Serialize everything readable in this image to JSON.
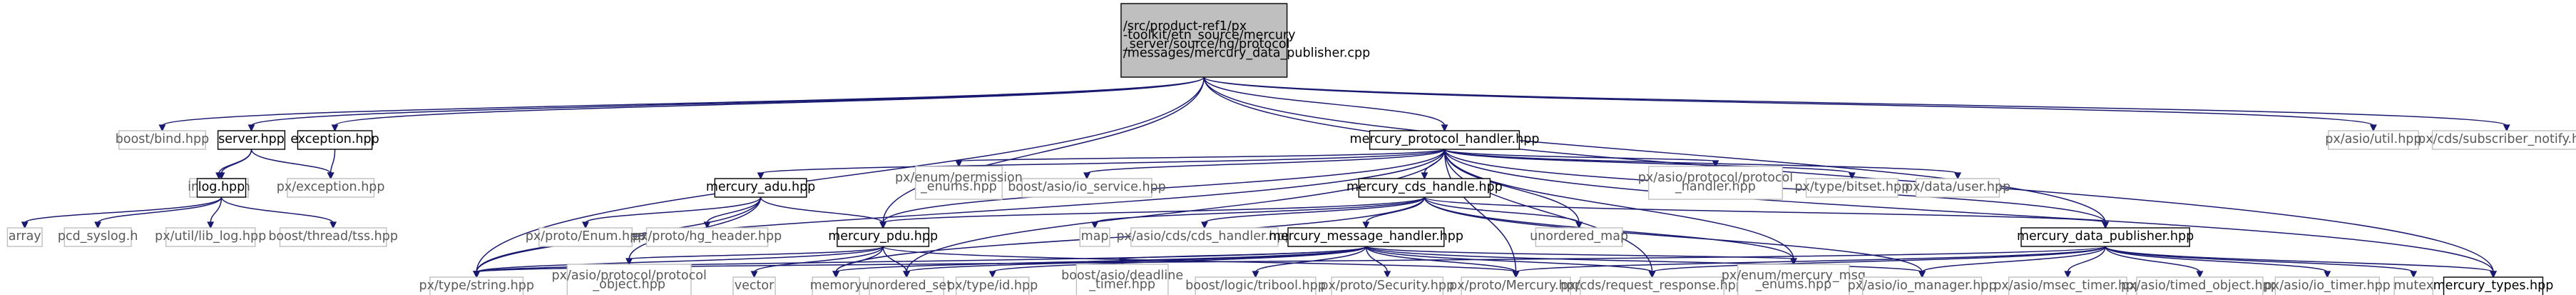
{
  "colors": {
    "root_fill": "#bfbfbf",
    "node_border": "#000000",
    "ext_border": "#bfbfbf",
    "node_fill": "#ffffff",
    "edge": "#191970",
    "text_dark": "#000000",
    "text_ext": "#595959"
  },
  "nodes": [
    {
      "id": "root",
      "kind": "root",
      "lines": [
        "/src/product-ref1/px",
        "-toolkit/etn_source/mercury",
        "_server/source/hg/protocol",
        "/messages/mercury_data_publisher.cpp"
      ]
    },
    {
      "id": "boost_bind",
      "kind": "ext",
      "lines": [
        "boost/bind.hpp"
      ]
    },
    {
      "id": "server",
      "kind": "doc",
      "lines": [
        "server.hpp"
      ]
    },
    {
      "id": "exception",
      "kind": "doc",
      "lines": [
        "exception.hpp"
      ]
    },
    {
      "id": "mph",
      "kind": "doc",
      "lines": [
        "mercury_protocol_handler.hpp"
      ]
    },
    {
      "id": "asio_util",
      "kind": "ext",
      "lines": [
        "px/asio/util.hpp"
      ]
    },
    {
      "id": "cds_sub",
      "kind": "ext",
      "lines": [
        "px/cds/subscriber_notify.hpp"
      ]
    },
    {
      "id": "inttypes",
      "kind": "ext",
      "lines": [
        "inttypes.h"
      ]
    },
    {
      "id": "log",
      "kind": "doc",
      "lines": [
        "log.hpp"
      ]
    },
    {
      "id": "px_exception",
      "kind": "ext",
      "lines": [
        "px/exception.hpp"
      ]
    },
    {
      "id": "array",
      "kind": "ext",
      "lines": [
        "array"
      ]
    },
    {
      "id": "pcd_syslog",
      "kind": "ext",
      "lines": [
        "pcd_syslog.h"
      ]
    },
    {
      "id": "lib_log",
      "kind": "ext",
      "lines": [
        "px/util/lib_log.hpp"
      ]
    },
    {
      "id": "tss",
      "kind": "ext",
      "lines": [
        "boost/thread/tss.hpp"
      ]
    },
    {
      "id": "adu",
      "kind": "doc",
      "lines": [
        "mercury_adu.hpp"
      ]
    },
    {
      "id": "perm",
      "kind": "ext",
      "lines": [
        "px/enum/permission",
        "_enums.hpp"
      ]
    },
    {
      "id": "io_service",
      "kind": "ext",
      "lines": [
        "boost/asio/io_service.hpp"
      ]
    },
    {
      "id": "cds_handle",
      "kind": "doc",
      "lines": [
        "mercury_cds_handle.hpp"
      ]
    },
    {
      "id": "proto_handler",
      "kind": "ext",
      "lines": [
        "px/asio/protocol/protocol",
        "_handler.hpp"
      ]
    },
    {
      "id": "bitset",
      "kind": "ext",
      "lines": [
        "px/type/bitset.hpp"
      ]
    },
    {
      "id": "user",
      "kind": "ext",
      "lines": [
        "px/data/user.hpp"
      ]
    },
    {
      "id": "enum_hpp",
      "kind": "ext",
      "lines": [
        "px/proto/Enum.hpp"
      ]
    },
    {
      "id": "hg_header",
      "kind": "ext",
      "lines": [
        "px/proto/hg_header.hpp"
      ]
    },
    {
      "id": "pdu",
      "kind": "doc",
      "lines": [
        "mercury_pdu.hpp"
      ]
    },
    {
      "id": "map",
      "kind": "ext",
      "lines": [
        "map"
      ]
    },
    {
      "id": "cds_handler",
      "kind": "ext",
      "lines": [
        "px/asio/cds/cds_handler.hpp"
      ]
    },
    {
      "id": "unordered_map",
      "kind": "ext",
      "lines": [
        "unordered_map"
      ]
    },
    {
      "id": "msg_handler",
      "kind": "doc",
      "lines": [
        "mercury_message_handler.hpp"
      ]
    },
    {
      "id": "data_pub",
      "kind": "doc",
      "lines": [
        "mercury_data_publisher.hpp"
      ]
    },
    {
      "id": "string",
      "kind": "ext",
      "lines": [
        "px/type/string.hpp"
      ]
    },
    {
      "id": "proto_obj",
      "kind": "ext",
      "lines": [
        "px/asio/protocol/protocol",
        "_object.hpp"
      ]
    },
    {
      "id": "vector",
      "kind": "ext",
      "lines": [
        "vector"
      ]
    },
    {
      "id": "memory",
      "kind": "ext",
      "lines": [
        "memory"
      ]
    },
    {
      "id": "unordered_set",
      "kind": "ext",
      "lines": [
        "unordered_set"
      ]
    },
    {
      "id": "id_hpp",
      "kind": "ext",
      "lines": [
        "px/type/id.hpp"
      ]
    },
    {
      "id": "deadline",
      "kind": "ext",
      "lines": [
        "boost/asio/deadline",
        "_timer.hpp"
      ]
    },
    {
      "id": "tribool",
      "kind": "ext",
      "lines": [
        "boost/logic/tribool.hpp"
      ]
    },
    {
      "id": "security",
      "kind": "ext",
      "lines": [
        "px/proto/Security.hpp"
      ]
    },
    {
      "id": "mercury_hpp",
      "kind": "ext",
      "lines": [
        "px/proto/Mercury.hpp"
      ]
    },
    {
      "id": "req_resp",
      "kind": "ext",
      "lines": [
        "px/cds/request_response.hpp"
      ]
    },
    {
      "id": "msg_enums",
      "kind": "ext",
      "lines": [
        "px/enum/mercury_msg",
        "_enums.hpp"
      ]
    },
    {
      "id": "io_manager",
      "kind": "ext",
      "lines": [
        "px/asio/io_manager.hpp"
      ]
    },
    {
      "id": "msec_timer",
      "kind": "ext",
      "lines": [
        "px/asio/msec_timer.hpp"
      ]
    },
    {
      "id": "timed_obj",
      "kind": "ext",
      "lines": [
        "px/asio/timed_object.hpp"
      ]
    },
    {
      "id": "io_timer",
      "kind": "ext",
      "lines": [
        "px/asio/io_timer.hpp"
      ]
    },
    {
      "id": "mutex",
      "kind": "ext",
      "lines": [
        "mutex"
      ]
    },
    {
      "id": "types",
      "kind": "doc",
      "lines": [
        "mercury_types.hpp"
      ]
    }
  ],
  "edges": [
    [
      "root",
      "boost_bind"
    ],
    [
      "root",
      "server"
    ],
    [
      "root",
      "exception"
    ],
    [
      "root",
      "mph"
    ],
    [
      "root",
      "asio_util"
    ],
    [
      "root",
      "cds_sub"
    ],
    [
      "root",
      "pdu"
    ],
    [
      "root",
      "string"
    ],
    [
      "root",
      "data_pub"
    ],
    [
      "root",
      "types"
    ],
    [
      "server",
      "inttypes"
    ],
    [
      "server",
      "log"
    ],
    [
      "server",
      "px_exception"
    ],
    [
      "exception",
      "px_exception"
    ],
    [
      "log",
      "array"
    ],
    [
      "log",
      "pcd_syslog"
    ],
    [
      "log",
      "lib_log"
    ],
    [
      "log",
      "tss"
    ],
    [
      "mph",
      "adu"
    ],
    [
      "mph",
      "perm"
    ],
    [
      "mph",
      "io_service"
    ],
    [
      "mph",
      "cds_handle"
    ],
    [
      "mph",
      "proto_handler"
    ],
    [
      "mph",
      "bitset"
    ],
    [
      "mph",
      "user"
    ],
    [
      "mph",
      "string"
    ],
    [
      "mph",
      "pdu"
    ],
    [
      "mph",
      "unordered_map"
    ],
    [
      "mph",
      "data_pub"
    ],
    [
      "mph",
      "mercury_hpp"
    ],
    [
      "mph",
      "req_resp"
    ],
    [
      "mph",
      "msg_enums"
    ],
    [
      "mph",
      "types"
    ],
    [
      "mph",
      "unordered_set"
    ],
    [
      "adu",
      "enum_hpp"
    ],
    [
      "adu",
      "hg_header"
    ],
    [
      "adu",
      "pdu"
    ],
    [
      "adu",
      "string"
    ],
    [
      "adu",
      "proto_obj"
    ],
    [
      "cds_handle",
      "map"
    ],
    [
      "cds_handle",
      "cds_handler"
    ],
    [
      "cds_handle",
      "unordered_map"
    ],
    [
      "cds_handle",
      "msg_handler"
    ],
    [
      "cds_handle",
      "data_pub"
    ],
    [
      "cds_handle",
      "memory"
    ],
    [
      "cds_handle",
      "pdu"
    ],
    [
      "cds_handle",
      "io_manager"
    ],
    [
      "cds_handle",
      "msg_enums"
    ],
    [
      "pdu",
      "string"
    ],
    [
      "pdu",
      "proto_obj"
    ],
    [
      "pdu",
      "vector"
    ],
    [
      "pdu",
      "memory"
    ],
    [
      "pdu",
      "unordered_set"
    ],
    [
      "pdu",
      "mercury_hpp"
    ],
    [
      "msg_handler",
      "string"
    ],
    [
      "msg_handler",
      "unordered_set"
    ],
    [
      "msg_handler",
      "id_hpp"
    ],
    [
      "msg_handler",
      "deadline"
    ],
    [
      "msg_handler",
      "tribool"
    ],
    [
      "msg_handler",
      "security"
    ],
    [
      "msg_handler",
      "mercury_hpp"
    ],
    [
      "msg_handler",
      "req_resp"
    ],
    [
      "msg_handler",
      "msg_enums"
    ],
    [
      "msg_handler",
      "io_manager"
    ],
    [
      "msg_handler",
      "memory"
    ],
    [
      "data_pub",
      "mercury_hpp"
    ],
    [
      "data_pub",
      "req_resp"
    ],
    [
      "data_pub",
      "io_manager"
    ],
    [
      "data_pub",
      "msec_timer"
    ],
    [
      "data_pub",
      "timed_obj"
    ],
    [
      "data_pub",
      "io_timer"
    ],
    [
      "data_pub",
      "mutex"
    ],
    [
      "data_pub",
      "types"
    ],
    [
      "data_pub",
      "string"
    ]
  ]
}
